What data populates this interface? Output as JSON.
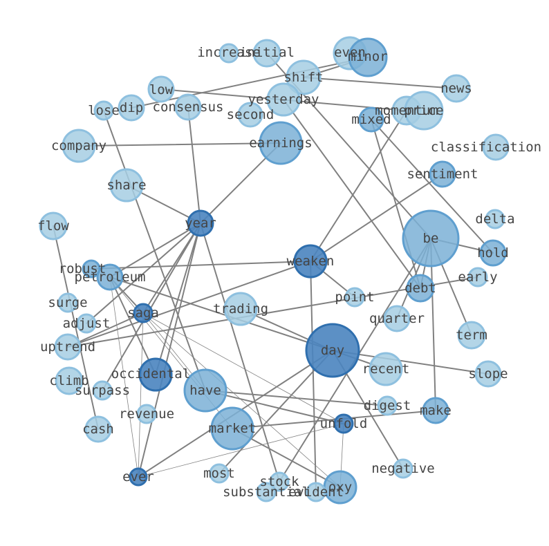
{
  "palette": {
    "light": "#a6cee3",
    "mid": "#7bb0d6",
    "dark": "#4a84bf",
    "edge": "#808080"
  },
  "nodes": [
    {
      "id": "increase",
      "tier": "light"
    },
    {
      "id": "initial",
      "tier": "light"
    },
    {
      "id": "even",
      "tier": "light"
    },
    {
      "id": "minor",
      "tier": "mid"
    },
    {
      "id": "shift",
      "tier": "light"
    },
    {
      "id": "news",
      "tier": "light"
    },
    {
      "id": "low",
      "tier": "light"
    },
    {
      "id": "yesterday",
      "tier": "light"
    },
    {
      "id": "lose",
      "tier": "light"
    },
    {
      "id": "dip",
      "tier": "light"
    },
    {
      "id": "consensus",
      "tier": "light"
    },
    {
      "id": "second",
      "tier": "light"
    },
    {
      "id": "momentum",
      "tier": "light"
    },
    {
      "id": "price",
      "tier": "light"
    },
    {
      "id": "mixed",
      "tier": "mid"
    },
    {
      "id": "company",
      "tier": "light"
    },
    {
      "id": "earnings",
      "tier": "mid"
    },
    {
      "id": "classification",
      "tier": "light"
    },
    {
      "id": "sentiment",
      "tier": "mid"
    },
    {
      "id": "share",
      "tier": "light"
    },
    {
      "id": "flow",
      "tier": "light"
    },
    {
      "id": "year",
      "tier": "dark"
    },
    {
      "id": "delta",
      "tier": "light"
    },
    {
      "id": "be",
      "tier": "mid"
    },
    {
      "id": "hold",
      "tier": "mid"
    },
    {
      "id": "robust",
      "tier": "mid"
    },
    {
      "id": "weaken",
      "tier": "dark"
    },
    {
      "id": "petroleum",
      "tier": "mid"
    },
    {
      "id": "early",
      "tier": "light"
    },
    {
      "id": "surge",
      "tier": "light"
    },
    {
      "id": "point",
      "tier": "light"
    },
    {
      "id": "debt",
      "tier": "mid"
    },
    {
      "id": "trading",
      "tier": "light"
    },
    {
      "id": "saga",
      "tier": "dark"
    },
    {
      "id": "adjust",
      "tier": "light"
    },
    {
      "id": "quarter",
      "tier": "light"
    },
    {
      "id": "term",
      "tier": "light"
    },
    {
      "id": "uptrend",
      "tier": "light"
    },
    {
      "id": "day",
      "tier": "dark"
    },
    {
      "id": "recent",
      "tier": "light"
    },
    {
      "id": "slope",
      "tier": "light"
    },
    {
      "id": "occidental",
      "tier": "dark"
    },
    {
      "id": "climb",
      "tier": "light"
    },
    {
      "id": "have",
      "tier": "mid"
    },
    {
      "id": "surpass",
      "tier": "light"
    },
    {
      "id": "digest",
      "tier": "light"
    },
    {
      "id": "make",
      "tier": "mid"
    },
    {
      "id": "revenue",
      "tier": "light"
    },
    {
      "id": "cash",
      "tier": "light"
    },
    {
      "id": "market",
      "tier": "mid"
    },
    {
      "id": "unfold",
      "tier": "dark"
    },
    {
      "id": "negative",
      "tier": "light"
    },
    {
      "id": "ever",
      "tier": "dark"
    },
    {
      "id": "most",
      "tier": "light"
    },
    {
      "id": "stock",
      "tier": "light"
    },
    {
      "id": "oxy",
      "tier": "mid"
    },
    {
      "id": "substantial",
      "tier": "light"
    },
    {
      "id": "evident",
      "tier": "light"
    }
  ],
  "edges": [
    [
      "year",
      "consensus"
    ],
    [
      "year",
      "earnings"
    ],
    [
      "year",
      "share"
    ],
    [
      "year",
      "petroleum"
    ],
    [
      "year",
      "saga"
    ],
    [
      "year",
      "adjust"
    ],
    [
      "year",
      "occidental"
    ],
    [
      "year",
      "surpass"
    ],
    [
      "year",
      "ever"
    ],
    [
      "year",
      "stock"
    ],
    [
      "weaken",
      "robust"
    ],
    [
      "weaken",
      "uptrend"
    ],
    [
      "weaken",
      "sentiment"
    ],
    [
      "weaken",
      "momentum"
    ],
    [
      "weaken",
      "point"
    ],
    [
      "weaken",
      "evident"
    ],
    [
      "saga",
      "uptrend"
    ],
    [
      "saga",
      "unfold"
    ],
    [
      "saga",
      "ever"
    ],
    [
      "saga",
      "oxy"
    ],
    [
      "petroleum",
      "saga"
    ],
    [
      "petroleum",
      "occidental"
    ],
    [
      "petroleum",
      "ever"
    ],
    [
      "petroleum",
      "market"
    ],
    [
      "petroleum",
      "day"
    ],
    [
      "day",
      "trading"
    ],
    [
      "day",
      "slope"
    ],
    [
      "day",
      "recent"
    ],
    [
      "day",
      "negative"
    ],
    [
      "day",
      "most"
    ],
    [
      "day",
      "ever"
    ],
    [
      "be",
      "hold"
    ],
    [
      "be",
      "debt"
    ],
    [
      "be",
      "make"
    ],
    [
      "be",
      "quarter"
    ],
    [
      "be",
      "term"
    ],
    [
      "be",
      "stock"
    ],
    [
      "minor",
      "shift"
    ],
    [
      "minor",
      "dip"
    ],
    [
      "shift",
      "news"
    ],
    [
      "initial",
      "be"
    ],
    [
      "low",
      "momentum"
    ],
    [
      "mixed",
      "hold"
    ],
    [
      "mixed",
      "debt"
    ],
    [
      "company",
      "earnings"
    ],
    [
      "yesterday",
      "debt"
    ],
    [
      "lose",
      "have"
    ],
    [
      "flow",
      "cash"
    ],
    [
      "early",
      "uptrend"
    ],
    [
      "have",
      "digest"
    ],
    [
      "have",
      "unfold"
    ],
    [
      "market",
      "make"
    ],
    [
      "market",
      "oxy"
    ],
    [
      "unfold",
      "ever"
    ],
    [
      "unfold",
      "oxy"
    ],
    [
      "saga",
      "have"
    ]
  ]
}
